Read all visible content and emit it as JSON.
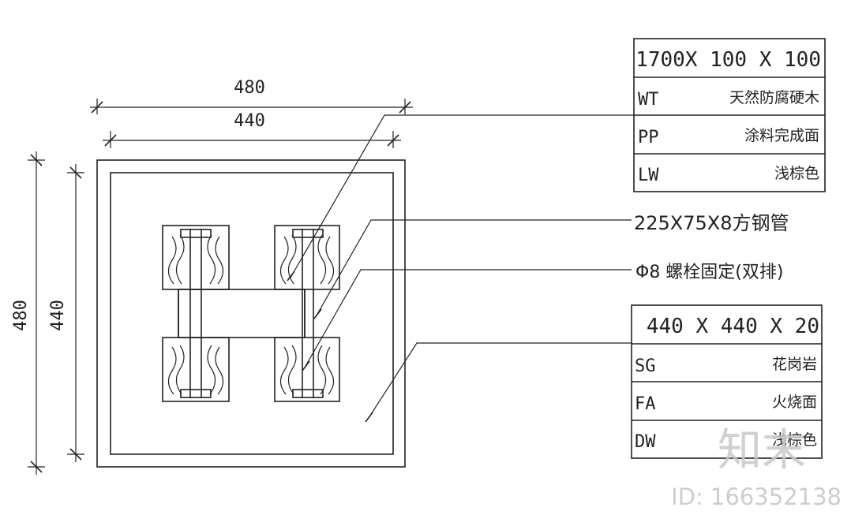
{
  "dimensions": {
    "outer_width": "480",
    "inner_width": "440",
    "outer_height": "480",
    "inner_height": "440"
  },
  "callouts": {
    "steel_tube": "225X75X8方钢管",
    "bolt": "Φ8 螺栓固定(双排)"
  },
  "table_wood": {
    "header": "1700X 100 X 100",
    "rows": [
      {
        "code": "WT",
        "desc": "天然防腐硬木"
      },
      {
        "code": "PP",
        "desc": "涂料完成面"
      },
      {
        "code": "LW",
        "desc": "浅棕色"
      }
    ]
  },
  "table_stone": {
    "header": "440 X 440 X 20",
    "rows": [
      {
        "code": "SG",
        "desc": "花岗岩"
      },
      {
        "code": "FA",
        "desc": "火烧面"
      },
      {
        "code": "DW",
        "desc": "浅棕色"
      }
    ]
  },
  "watermark": {
    "logo": "知末",
    "id": "ID: 166352138"
  }
}
